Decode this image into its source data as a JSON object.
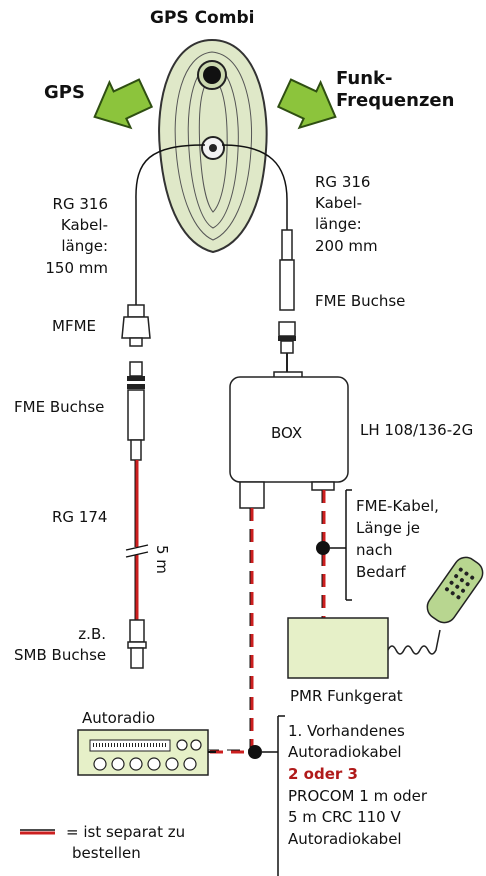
{
  "title": "GPS Combi",
  "gps_label": "GPS",
  "funk_label": [
    "Funk-",
    "Frequenzen"
  ],
  "left_cable": [
    "RG 316",
    "Kabel-",
    "länge:",
    "150 mm"
  ],
  "right_cable": [
    "RG 316",
    "Kabel-",
    "länge:",
    "200 mm"
  ],
  "fme_buchse_right": "FME Buchse",
  "mfme": "MFME",
  "fme_buchse_left": "FME Buchse",
  "box_label": "BOX",
  "box_model": "LH 108/136-2G",
  "rg174": "RG 174",
  "length_5m": "5 m",
  "smb": [
    "z.B.",
    "SMB Buchse"
  ],
  "fme_kabel": [
    "FME-Kabel,",
    "Länge je",
    "nach",
    "Bedarf"
  ],
  "pmr": "PMR Funkgerat",
  "autoradio": "Autoradio",
  "notes": [
    "1. Vorhandenes",
    "Autoradiokabel",
    "2 oder 3",
    "PROCOM 1 m oder",
    "5 m CRC 110 V",
    "Autoradiokabel"
  ],
  "legend": [
    "= ist separat zu",
    "bestellen"
  ],
  "colors": {
    "antenna_fill": "#dfe8c8",
    "arrow_green": "#8cc43c",
    "accent_red": "#cc1f1f",
    "device_fill": "#e6f0c8",
    "box_fill": "#ffffff"
  }
}
